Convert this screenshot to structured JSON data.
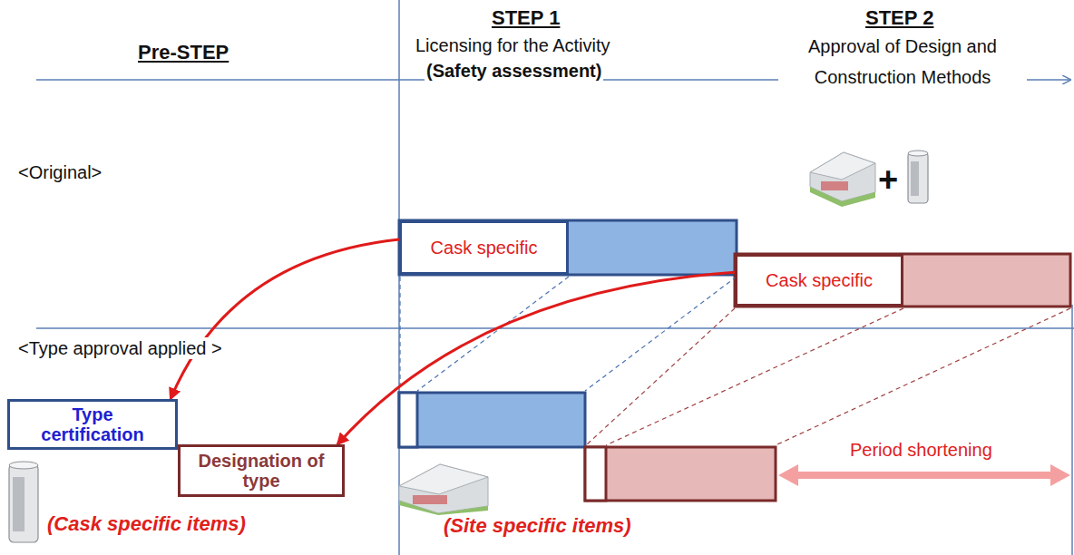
{
  "diagram": {
    "nodes": [
      {
        "text": [
          "Cask specific"
        ]
      },
      {
        "text": [
          "Cask specific"
        ]
      },
      {
        "text": [
          "Type certification"
        ]
      },
      {
        "text": [
          "Designation of type"
        ]
      }
    ],
    "edges": [
      {
        "from": 0,
        "to": 2,
        "arrow": "to"
      },
      {
        "from": 1,
        "to": 3,
        "arrow": "to"
      }
    ],
    "labels": [
      "Pre-STEP",
      "STEP 1",
      "Licensing for the Activity",
      "(Safety assessment)",
      "STEP 2",
      "Approval of Design and Construction Methods",
      "<Original>",
      "+",
      "<Type approval applied >",
      "Period shortening",
      "(Cask specific items)",
      "(Site specific items)"
    ]
  }
}
